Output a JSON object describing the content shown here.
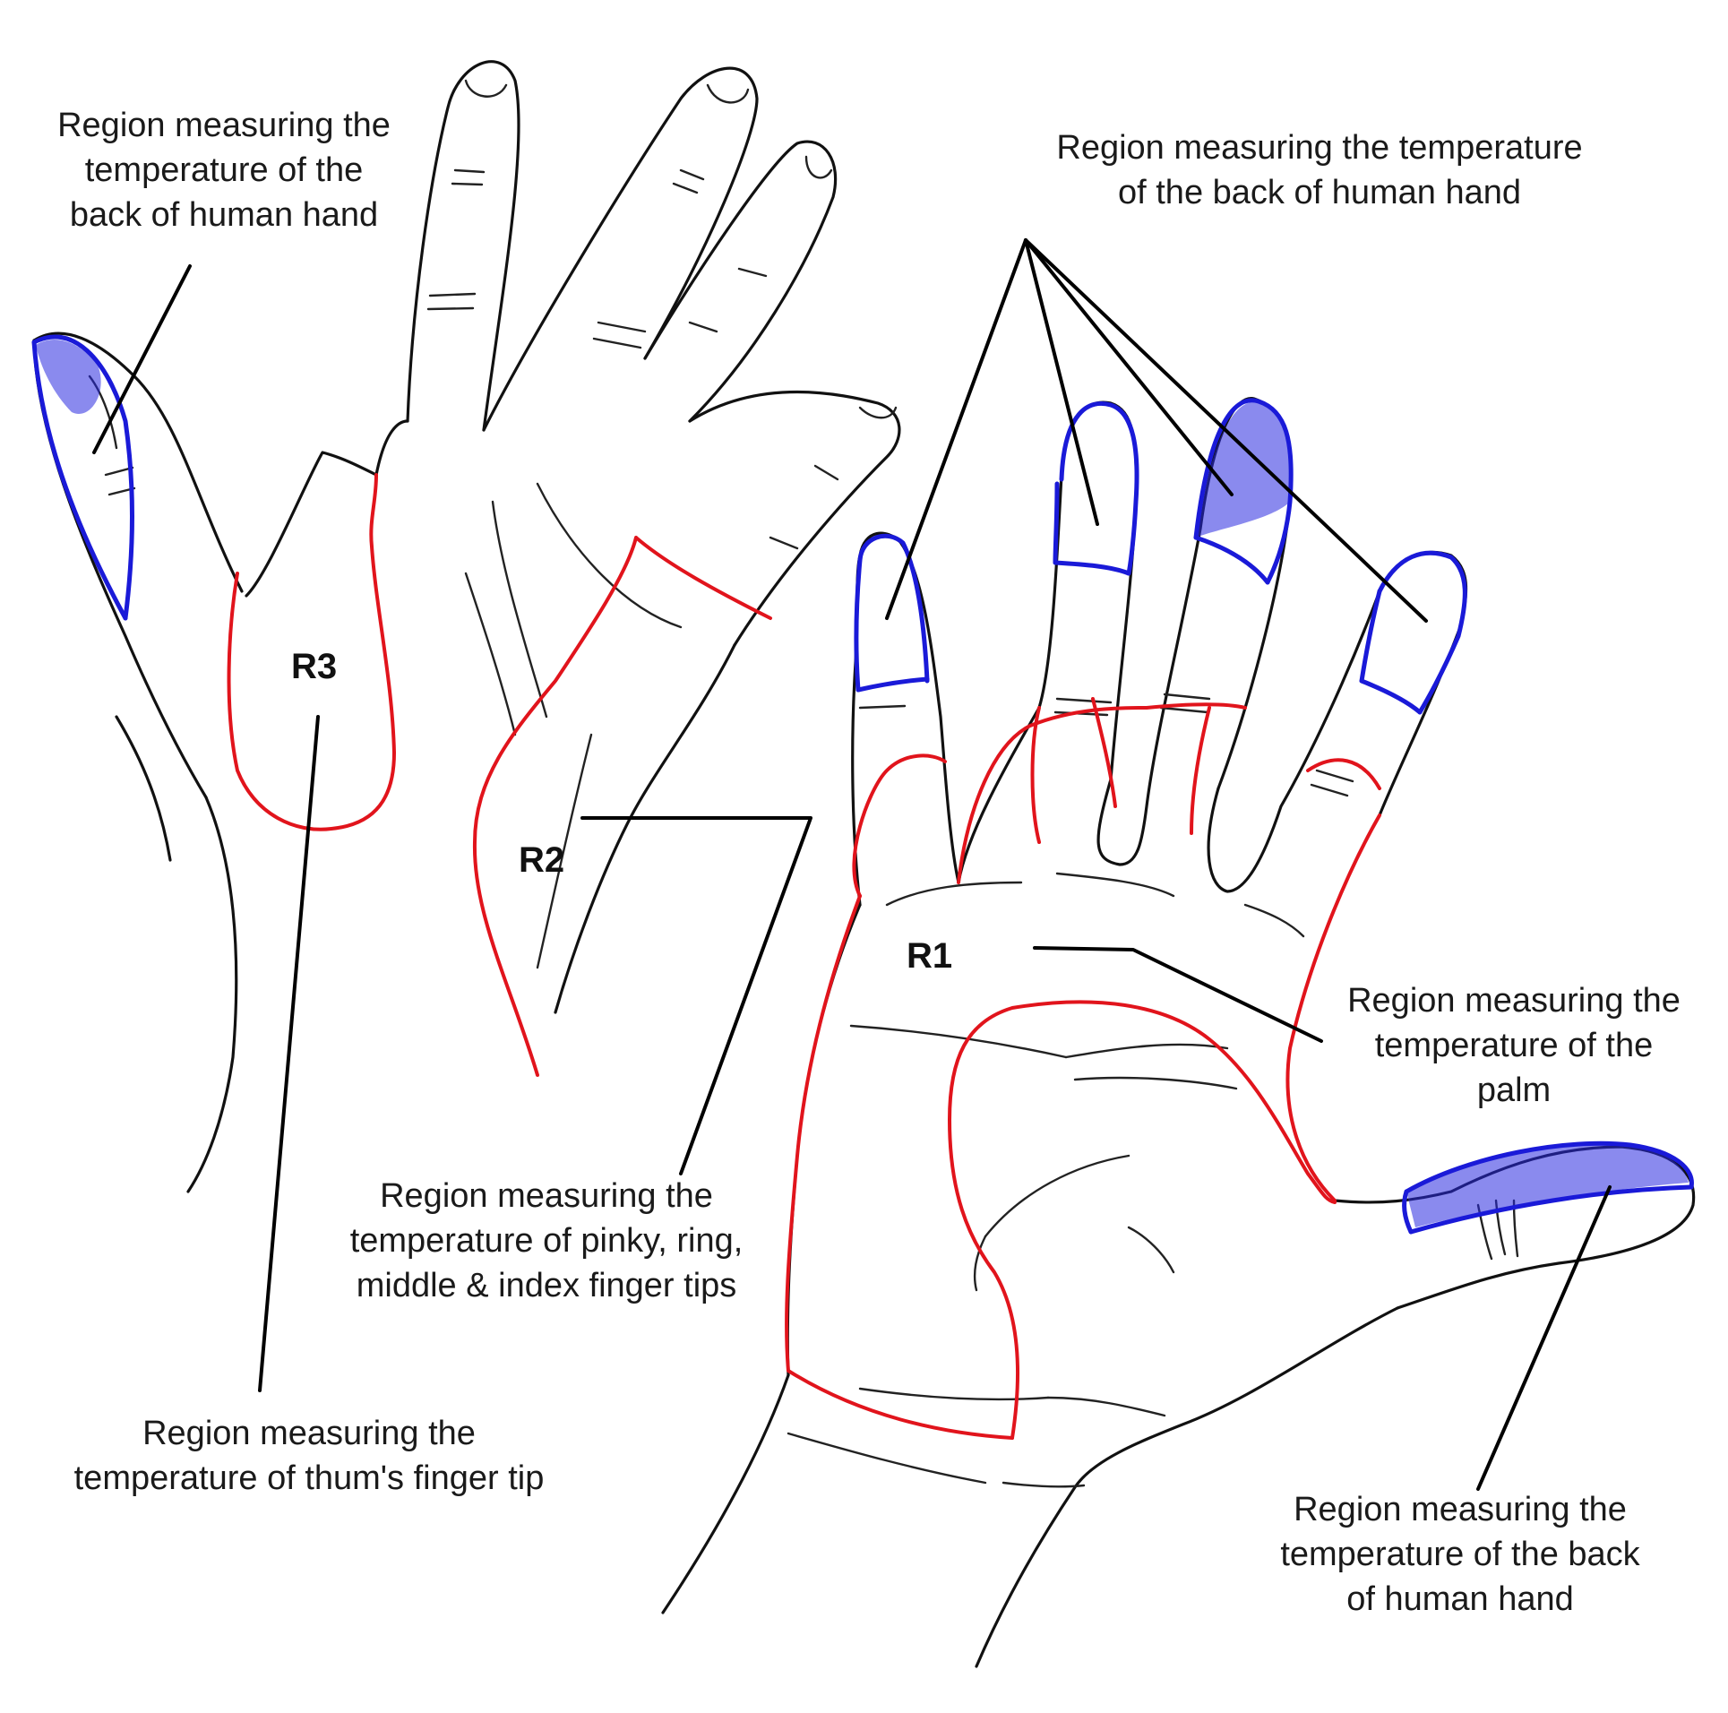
{
  "labels": {
    "back_hand_top_left": [
      "Region measuring the",
      "temperature of the",
      "back of human hand"
    ],
    "back_hand_top_right": [
      "Region measuring the temperature",
      "of the back of human hand"
    ],
    "palm": [
      "Region measuring the",
      "temperature of the",
      "palm"
    ],
    "finger_tips": [
      "Region measuring the",
      "temperature of pinky, ring,",
      "middle & index finger tips"
    ],
    "thumb_tip": [
      "Region measuring the",
      "temperature of thum's finger tip"
    ],
    "back_hand_bottom_right": [
      "Region measuring the",
      "temperature of the back",
      "of human hand"
    ]
  },
  "region_tags": {
    "r1": "R1",
    "r2": "R2",
    "r3": "R3"
  },
  "colors": {
    "outline": "#111111",
    "red_region": "#e1141c",
    "blue_region": "#1a1ad8",
    "leader_line": "#000000"
  }
}
